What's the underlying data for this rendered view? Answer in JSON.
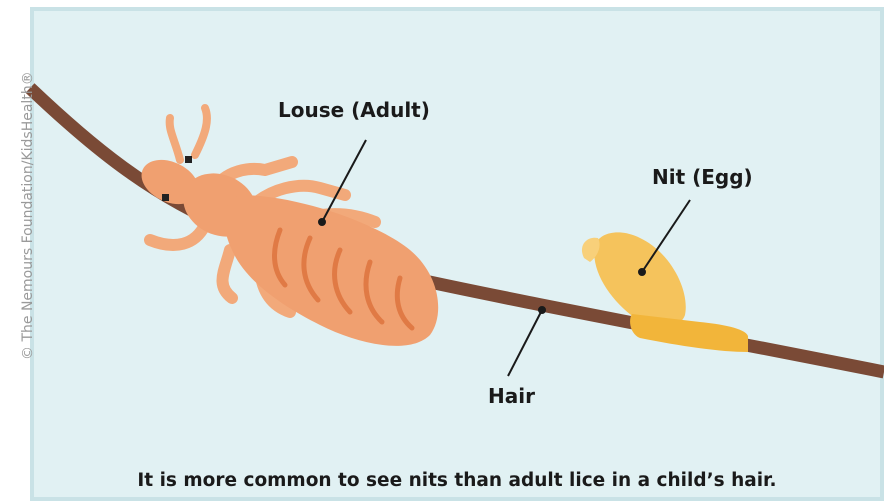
{
  "labels": {
    "louse": "Louse (Adult)",
    "nit": "Nit (Egg)",
    "hair": "Hair"
  },
  "caption": "It is more common to see nits than adult lice in a child’s hair.",
  "copyright": "© The Nemours Foundation/KidsHealth®",
  "colors": {
    "background": "#e1f1f3",
    "border": "#c9e2e6",
    "hair": "#7a4a36",
    "louse": "#f0a070",
    "louse_stripe": "#e07a45",
    "nit": "#f5c35c",
    "nit_sheath": "#f2b53a",
    "text": "#1a1a1a"
  }
}
